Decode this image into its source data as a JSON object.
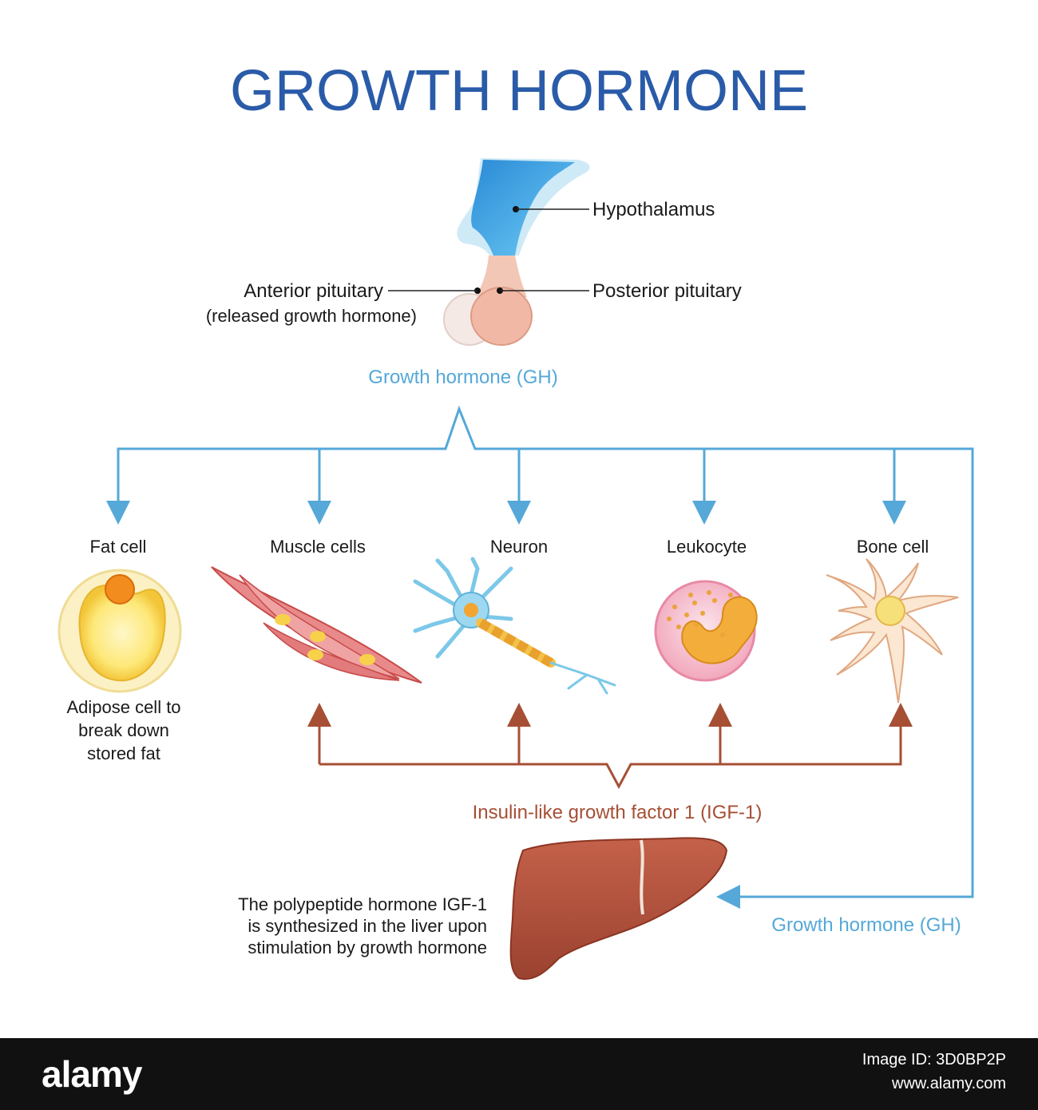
{
  "title": "GROWTH HORMONE",
  "colors": {
    "title": "#2a5ba8",
    "gh_arrow": "#55a8d8",
    "igf_arrow": "#a64f35",
    "text": "#1a1a1a"
  },
  "pituitary": {
    "hypothalamus": "Hypothalamus",
    "anterior": "Anterior pituitary",
    "anterior_note": "(released growth hormone)",
    "posterior": "Posterior pituitary"
  },
  "gh_label_top": "Growth hormone (GH)",
  "targets": [
    {
      "label": "Fat cell",
      "icon": "fat-cell-icon"
    },
    {
      "label": "Muscle cells",
      "icon": "muscle-cells-icon"
    },
    {
      "label": "Neuron",
      "icon": "neuron-icon"
    },
    {
      "label": "Leukocyte",
      "icon": "leukocyte-icon"
    },
    {
      "label": "Bone cell",
      "icon": "bone-cell-icon"
    }
  ],
  "fat_note": [
    "Adipose cell to",
    "break down",
    "stored fat"
  ],
  "igf_label": "Insulin-like growth factor 1 (IGF-1)",
  "liver_note": [
    "The polypeptide hormone IGF-1",
    "is synthesized in the liver upon",
    "stimulation by growth hormone"
  ],
  "gh_label_bottom": "Growth hormone (GH)",
  "footer": {
    "brand": "alamy",
    "image_id": "Image ID: 3D0BP2P",
    "site": "www.alamy.com"
  }
}
